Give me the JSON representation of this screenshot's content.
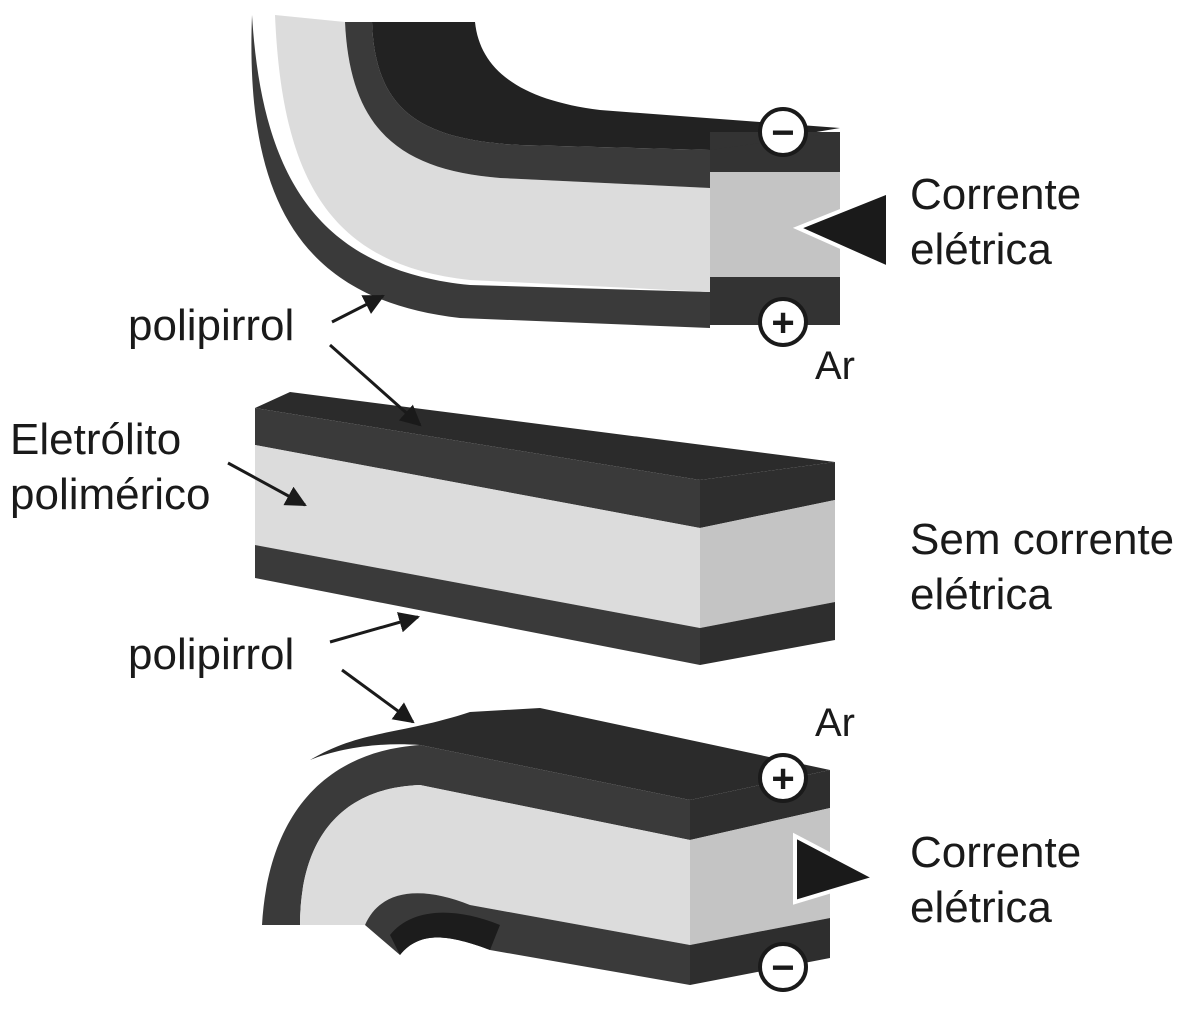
{
  "labels": {
    "top_current_line1": "Corrente",
    "top_current_line2": "elétrica",
    "top_air": "Ar",
    "polypyrrole_upper": "polipirrol",
    "electrolyte_line1": "Eletrólito",
    "electrolyte_line2": "polimérico",
    "no_current_line1": "Sem corrente",
    "no_current_line2": "elétrica",
    "polypyrrole_lower": "polipirrol",
    "bottom_air": "Ar",
    "bottom_current_line1": "Corrente",
    "bottom_current_line2": "elétrica"
  },
  "colors": {
    "polymer_dark": "#3a3a3a",
    "polymer_darker": "#262626",
    "electrolyte_light": "#dcdcdc",
    "electrolyte_side": "#c4c4c4",
    "text": "#1a1a1a"
  },
  "signs": {
    "top_upper": "−",
    "top_lower": "+",
    "bottom_upper": "+",
    "bottom_lower": "−"
  }
}
